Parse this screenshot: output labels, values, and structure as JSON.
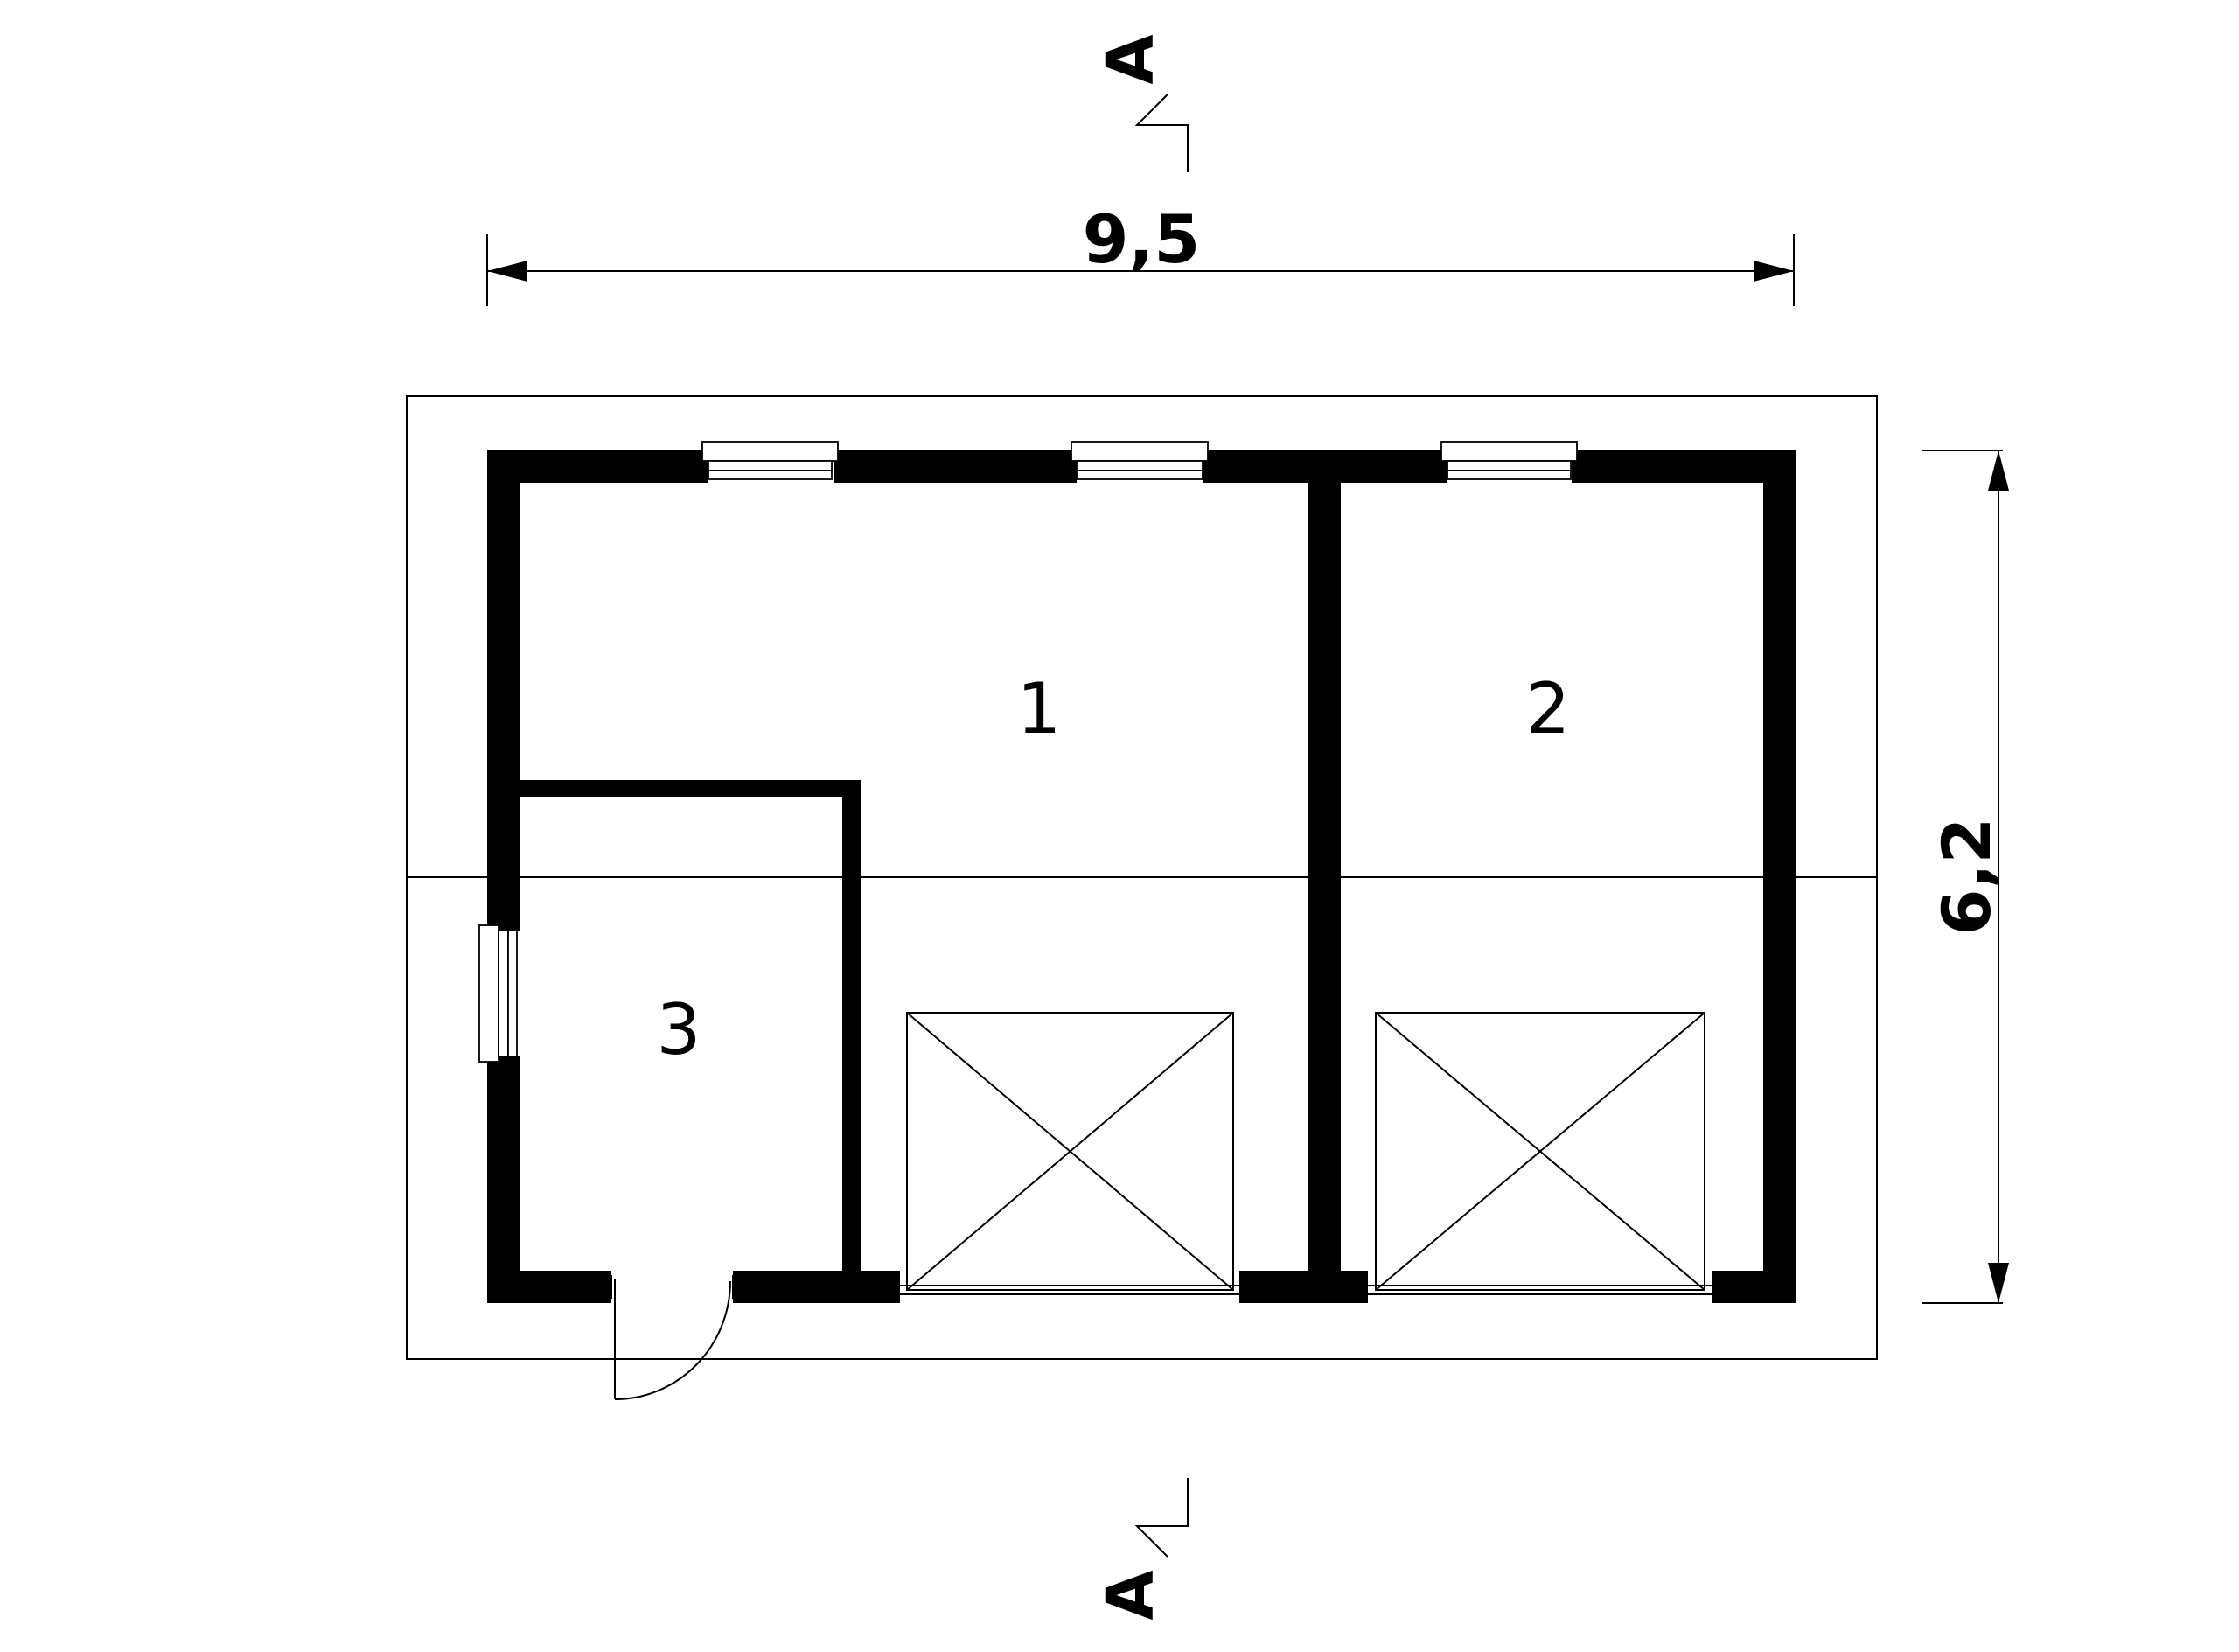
{
  "dimensions": {
    "width_label": "9,5",
    "depth_label": "6,2"
  },
  "section_marker": {
    "top_label": "A",
    "bottom_label": "A"
  },
  "rooms": [
    {
      "number": "1"
    },
    {
      "number": "2"
    },
    {
      "number": "3"
    }
  ],
  "colors": {
    "wall": "#000000",
    "background": "#ffffff"
  }
}
